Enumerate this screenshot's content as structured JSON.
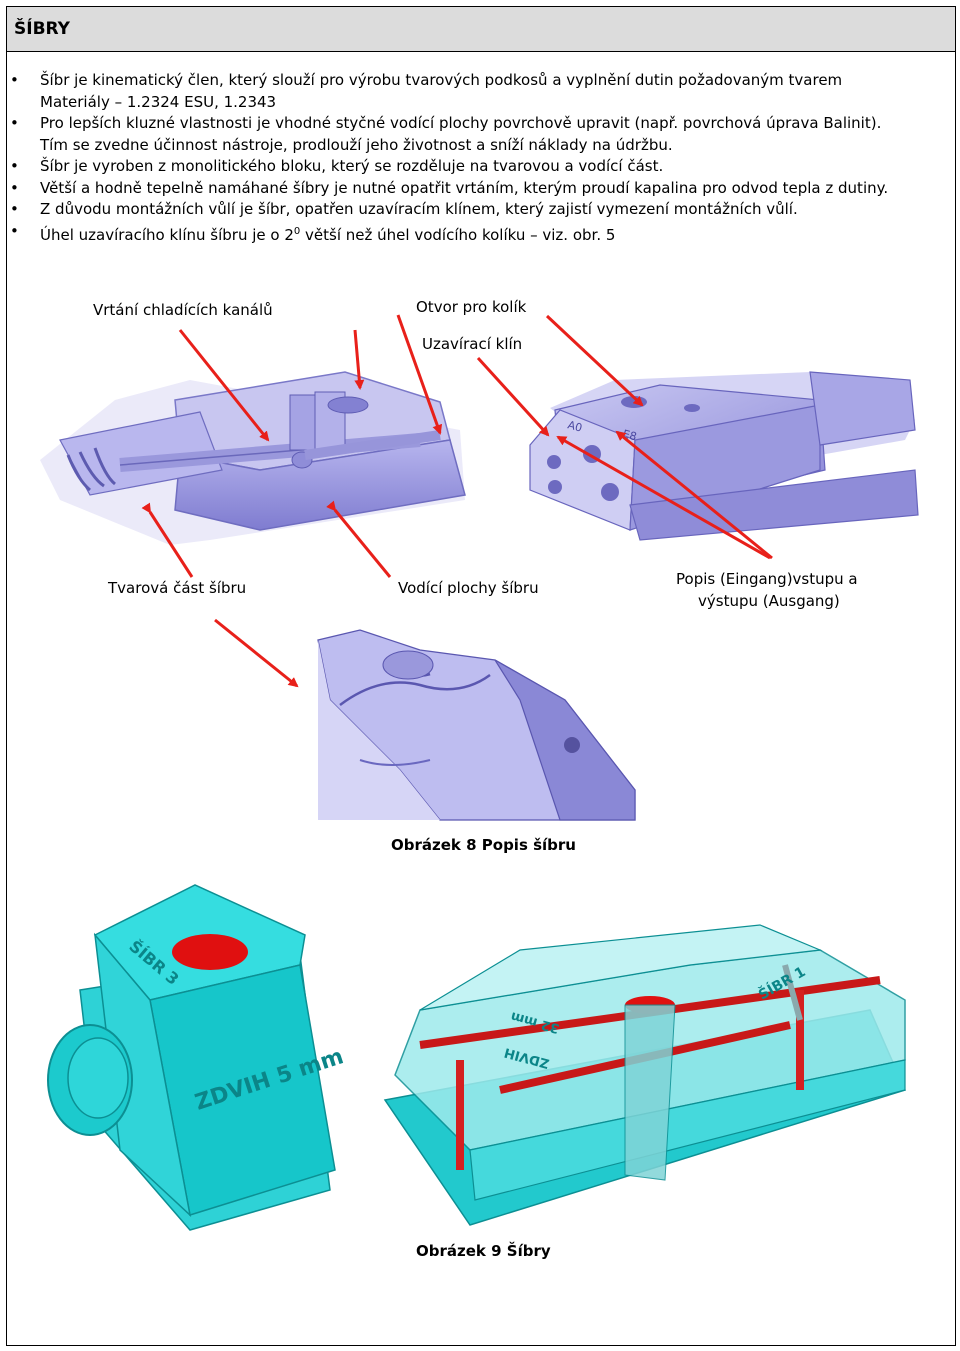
{
  "header": {
    "title": "ŠÍBRY"
  },
  "bullets": [
    "Šíbr je kinematický člen, který slouží pro výrobu tvarových podkosů a vyplnění dutin požadovaným tvarem",
    "Materiály – 1.2324 ESU, 1.2343",
    "Pro lepších kluzné vlastnosti je vhodné styčné vodící plochy povrchově upravit (např. povrchová úprava Balinit).",
    "Tím se zvedne účinnost nástroje, prodlouží jeho životnost a sníží náklady na údržbu.",
    "Šíbr je vyroben z monolitického bloku, který se rozděluje na tvarovou a vodící část.",
    "Větší a hodně tepelně namáhané šíbry je nutné opatřit vrtáním, kterým proudí kapalina pro odvod tepla z dutiny.",
    "Z důvodu montážních vůlí je šíbr, opatřen uzavíracím klínem, který zajistí vymezení montážních vůlí."
  ],
  "last_bullet": {
    "before": "Úhel uzavíracího klínu šíbru je o 2",
    "sup": "0",
    "after": " větší než úhel vodícího kolíku – viz. obr. 5"
  },
  "figure8": {
    "labels": {
      "cooling": "Vrtání chladících kanálů",
      "pin_hole": "Otvor pro kolík",
      "closing_wedge": "Uzavírací klín",
      "shape_part": "Tvarová část šíbru",
      "guide_surfaces": "Vodící plochy šíbru",
      "description_line1": "Popis (Eingang)vstupu a",
      "description_line2": "výstupu (Ausgang)"
    },
    "caption": "Obrázek 8 Popis šíbru",
    "engraving_1": "A0",
    "engraving_2": "E8"
  },
  "figure9": {
    "caption": "Obrázek 9 Šíbry",
    "block_left_top": "ŠÍBR 3",
    "block_left_side": "ZDVIH 5 mm",
    "block_right_top": "ŠÍBR 1",
    "block_right_stroke_1": "ZDVIH",
    "block_right_stroke_2": "32 mm"
  },
  "colors": {
    "model_purple": "#a9a7e6",
    "model_cyan": "#2ed2d6",
    "arrow_red": "#e8201a",
    "channel_red": "#e01010",
    "header_gray": "#dcdcdc"
  }
}
